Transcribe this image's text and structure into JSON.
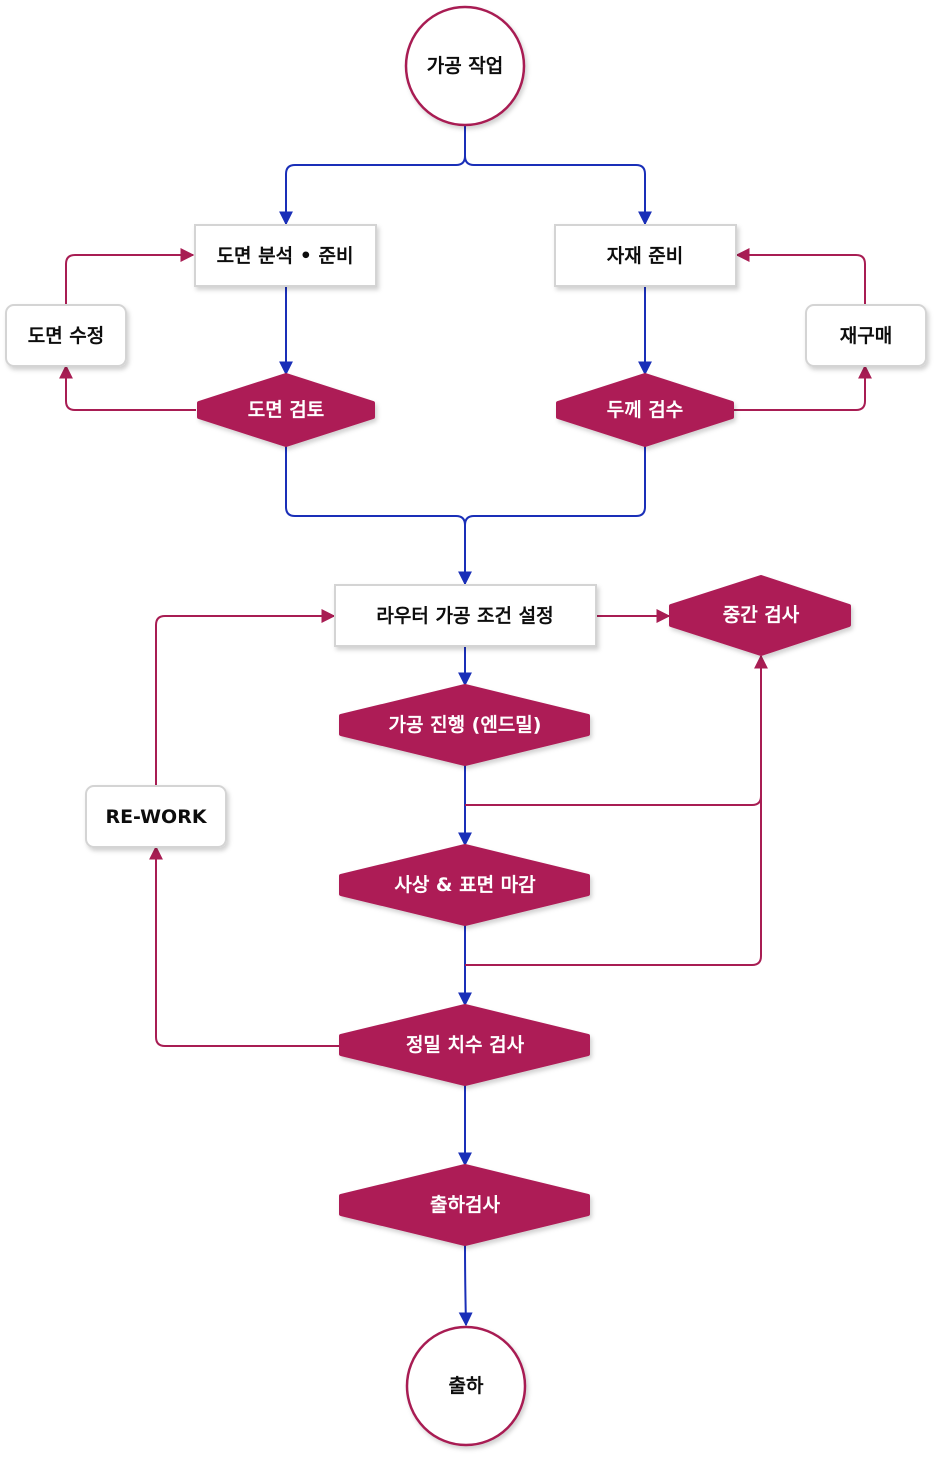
{
  "colors": {
    "blue": "#1a2fb8",
    "crimson": "#a81d53",
    "diamond_fill": "#ad1e56",
    "box_border": "#d4d4d4",
    "circle_border": "#a81d53"
  },
  "nodes": {
    "start": "가공 작업",
    "drawing_analysis": "도면 분석 • 준비",
    "material_prep": "자재 준비",
    "drawing_fix": "도면 수정",
    "repurchase": "재구매",
    "drawing_review": "도면 검토",
    "thickness_check": "두께 검수",
    "router_setup": "라우터 가공 조건 설정",
    "mid_inspection": "중간 검사",
    "machining": "가공 진행 (엔드밀)",
    "rework": "RE-WORK",
    "finishing": "사상 & 표면 마감",
    "dimension_check": "정밀 치수 검사",
    "shipping_inspection": "출하검사",
    "end": "출하"
  }
}
